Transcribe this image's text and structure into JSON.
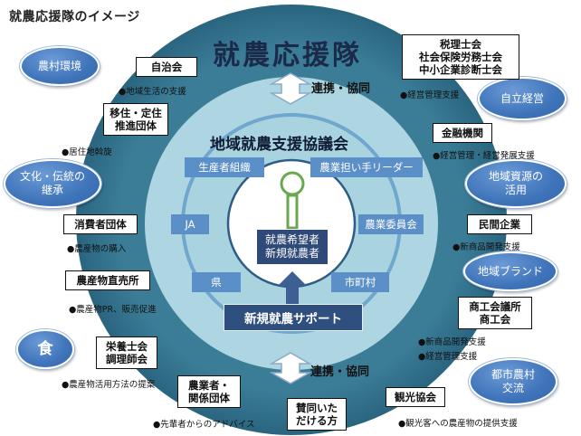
{
  "page_title": "就農応援隊のイメージ",
  "outer_ring_title": "就農応援隊",
  "council_title": "地域就農支援協議会",
  "renkei_top": "連携・協同",
  "renkei_bottom": "連携・協同",
  "inner_orgs": {
    "seisansha": "生産者組織",
    "ninaite": "農業担い手リーダー",
    "ja": "JA",
    "nogyo_iinkai": "農業委員会",
    "ken": "県",
    "shichoson": "市町村"
  },
  "center": {
    "line1": "就農希望者",
    "line2": "新規就農者"
  },
  "support_bar": "新規就農サポート",
  "orgs": {
    "jichikai": "自治会",
    "iju": {
      "line1": "移住・定住",
      "line2": "推進団体"
    },
    "shohisha": "消費者団体",
    "chokubai": "農産物直売所",
    "eiyoshi": {
      "line1": "栄養士会",
      "line2": "調理師会"
    },
    "nogyosha": {
      "line1": "農業者・",
      "line2": "関係団体"
    },
    "sando": {
      "line1": "賛同いた",
      "line2": "だける方"
    },
    "zeirishi": {
      "line1": "税理士会",
      "line2": "社会保険労務士会",
      "line3": "中小企業診断士会"
    },
    "kinyu": "金融機関",
    "minkan": "民間企業",
    "shokokai": {
      "line1": "商工会議所",
      "line2": "商工会"
    },
    "kanko": "観光協会"
  },
  "notes": {
    "jichikai": "●地域生活の支援",
    "iju": "●居住地斡旋",
    "shohisha": "●農産物の購入",
    "chokubai": "●農産物PR、販売促進",
    "eiyoshi": "●農産物活用方法の提案",
    "nogyosha": "●先輩者からのアドバイス",
    "zeirishi": "●経営管理支援",
    "kinyu": "●経営管理・経営発展支援",
    "minkan": "●新商品開発支援",
    "shokokai1": "●新商品開発支援",
    "shokokai2": "●経営管理支援",
    "kanko": "●観光客への農産物の提供支援"
  },
  "ovals": {
    "noson": "農村環境",
    "bunka": {
      "line1": "文化・伝統の",
      "line2": "継承"
    },
    "shoku": "食",
    "jiritsu": "自立経営",
    "chiiki_shigen": {
      "line1": "地域資源の",
      "line2": "活用"
    },
    "brand": "地域ブランド",
    "toshi": {
      "line1": "都市農村",
      "line2": "交流"
    }
  },
  "colors": {
    "outer_ring": "#2f6e88",
    "middle_ring": "#a9d3df",
    "inner_box": "#5b8fc7",
    "center_box": "#2f4a78",
    "oval": "#3f74ba",
    "figure_head": "#8dbf5a"
  },
  "icons": [
    "double-arrow-top-icon",
    "double-arrow-bottom-icon",
    "person-figure-icon",
    "up-arrow-icon"
  ]
}
